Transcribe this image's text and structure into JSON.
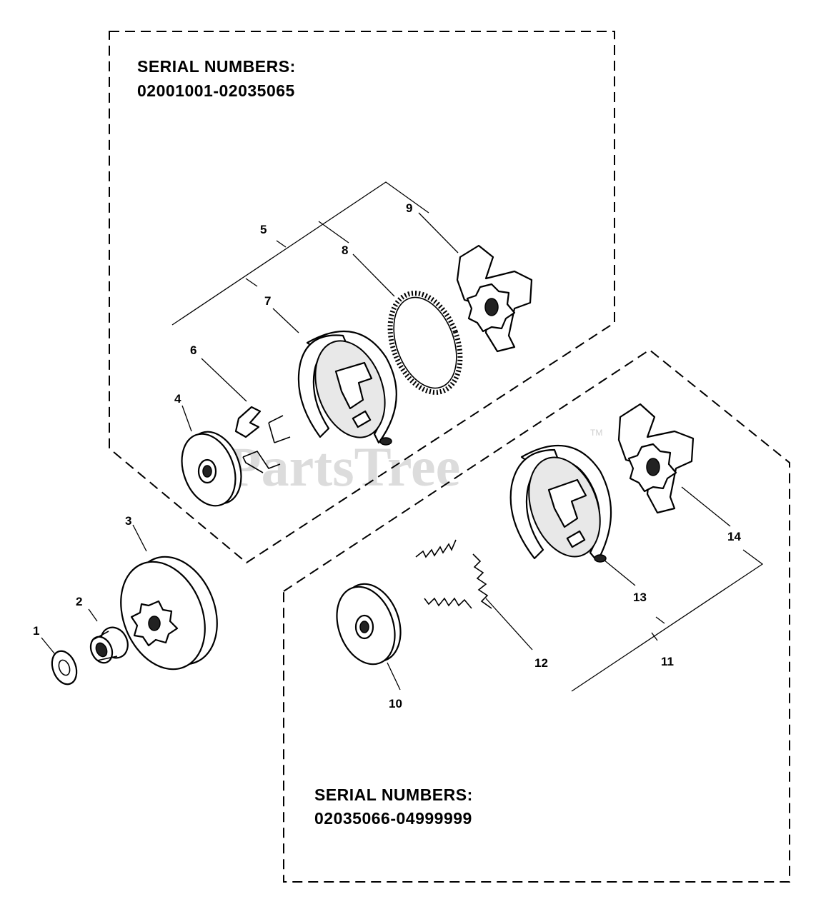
{
  "watermark": {
    "text": "PartsTree",
    "trademark": "TM"
  },
  "groups": [
    {
      "heading": "SERIAL NUMBERS:",
      "range": "02001001-02035065"
    },
    {
      "heading": "SERIAL NUMBERS:",
      "range": "02035066-04999999"
    }
  ],
  "callouts": [
    "1",
    "2",
    "3",
    "4",
    "5",
    "6",
    "7",
    "8",
    "9",
    "10",
    "11",
    "12",
    "13",
    "14"
  ]
}
